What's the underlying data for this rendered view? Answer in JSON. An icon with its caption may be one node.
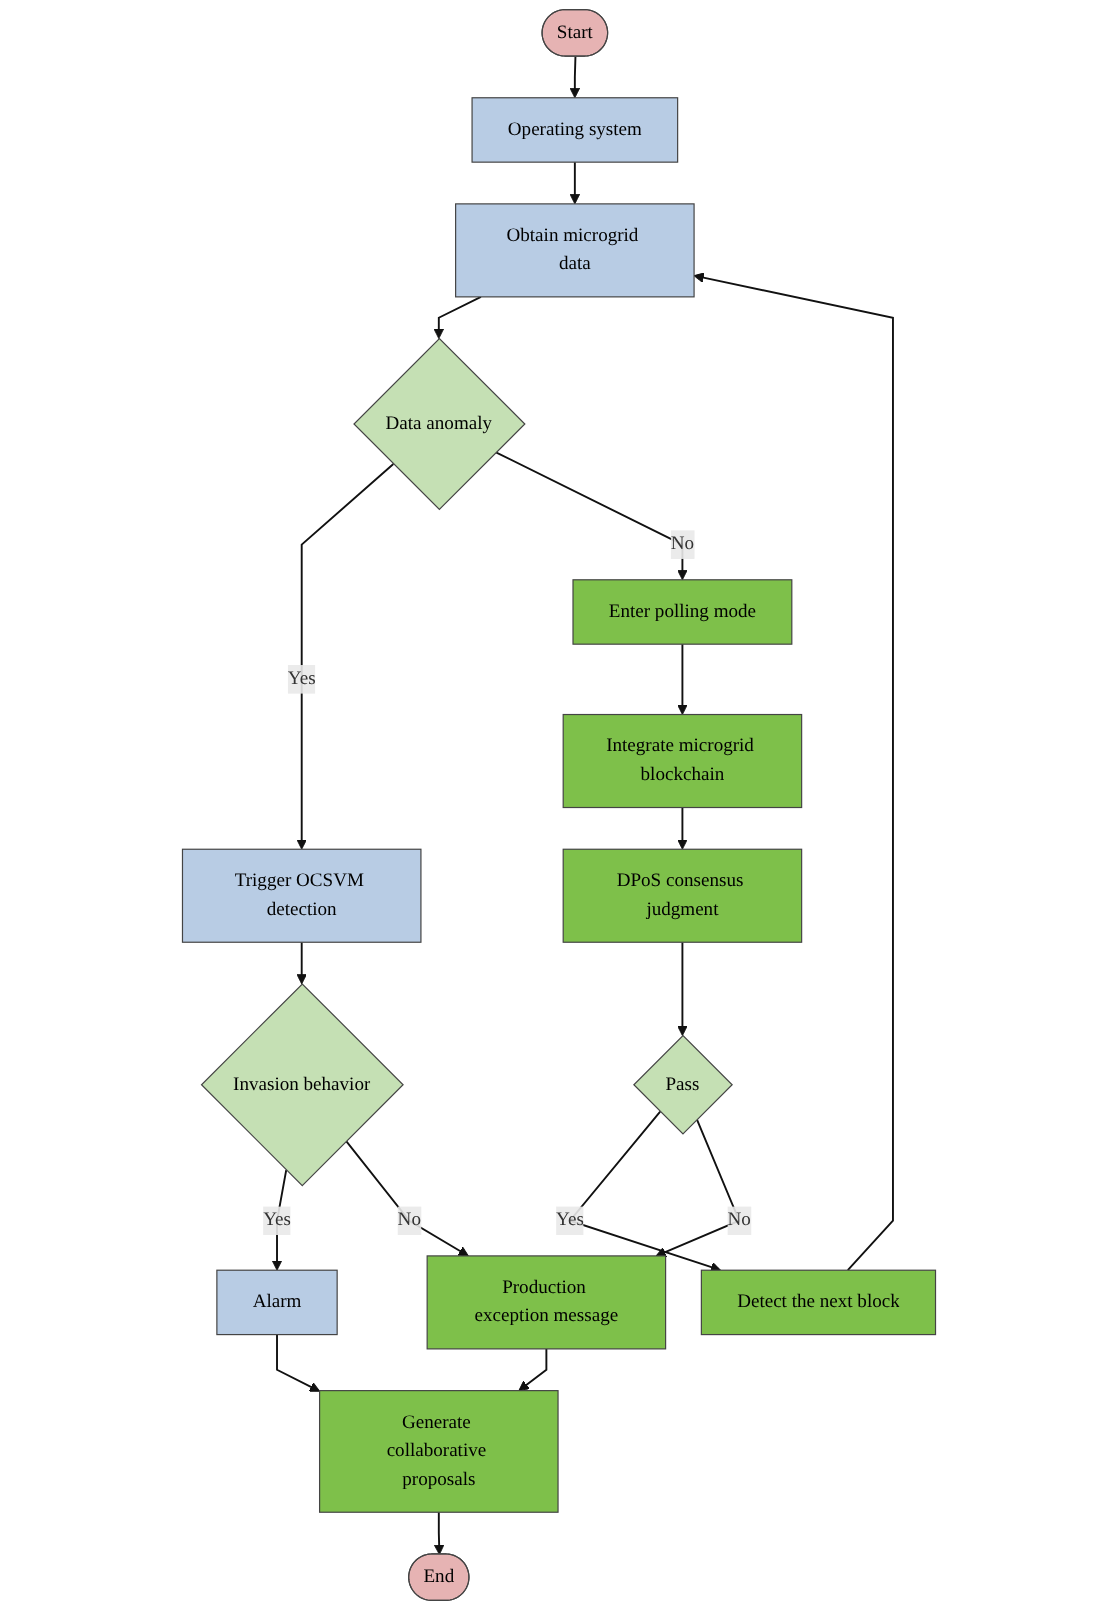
{
  "diagram": {
    "nodes": [
      {
        "text": [
          "Start"
        ]
      },
      {
        "text": [
          "Operating system"
        ]
      },
      {
        "text": [
          "Obtain microgrid data"
        ]
      },
      {
        "text": [
          "Data anomaly"
        ]
      },
      {
        "text": [
          "Trigger OCSVM detection"
        ]
      },
      {
        "text": [
          "Invasion behavior"
        ]
      },
      {
        "text": [
          "Alarm"
        ]
      },
      {
        "text": [
          "Enter polling mode"
        ]
      },
      {
        "text": [
          "Integrate microgrid blockchain"
        ]
      },
      {
        "text": [
          "DPoS consensus judgment"
        ]
      },
      {
        "text": [
          "Pass"
        ]
      },
      {
        "text": [
          "Detect the next block"
        ]
      },
      {
        "text": [
          "Production exception message"
        ]
      },
      {
        "text": [
          "Generate collaborative proposals"
        ]
      },
      {
        "text": [
          "End"
        ]
      }
    ],
    "edges": [
      {
        "from": 0,
        "to": 1,
        "arrow": "to"
      },
      {
        "from": 1,
        "to": 2,
        "arrow": "to"
      },
      {
        "from": 2,
        "to": 3,
        "arrow": "to"
      },
      {
        "from": 3,
        "to": 4,
        "arrow": "to",
        "label": "Yes"
      },
      {
        "from": 3,
        "to": 7,
        "arrow": "to",
        "label": "No"
      },
      {
        "from": 4,
        "to": 5,
        "arrow": "to"
      },
      {
        "from": 5,
        "to": 6,
        "arrow": "to",
        "label": "Yes"
      },
      {
        "from": 5,
        "to": 12,
        "arrow": "to",
        "label": "No"
      },
      {
        "from": 6,
        "to": 13,
        "arrow": "to"
      },
      {
        "from": 7,
        "to": 8,
        "arrow": "to"
      },
      {
        "from": 8,
        "to": 9,
        "arrow": "to"
      },
      {
        "from": 9,
        "to": 10,
        "arrow": "to"
      },
      {
        "from": 10,
        "to": 11,
        "arrow": "to",
        "label": "Yes"
      },
      {
        "from": 10,
        "to": 12,
        "arrow": "to",
        "label": "No"
      },
      {
        "from": 11,
        "to": 2,
        "arrow": "to"
      },
      {
        "from": 12,
        "to": 13,
        "arrow": "to"
      },
      {
        "from": 13,
        "to": 14,
        "arrow": "to"
      }
    ]
  }
}
